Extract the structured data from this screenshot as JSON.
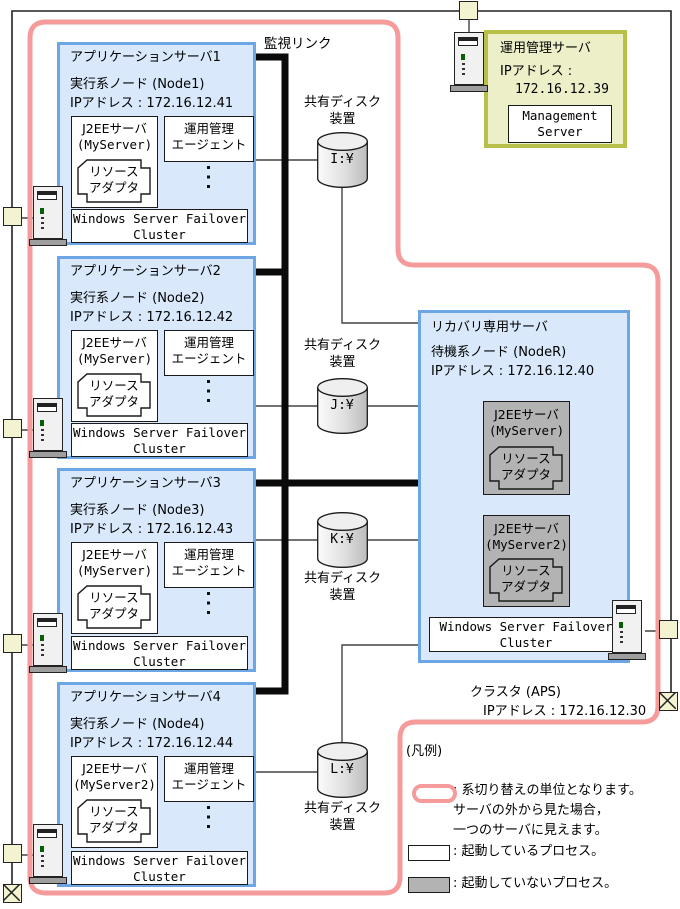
{
  "colors": {
    "cluster_border": "#f59b9b",
    "node_box_fill": "#d9e9fb",
    "node_box_border": "#6ca6e4",
    "running_process_fill": "#ffffff",
    "stopped_process_fill": "#b3b3b3",
    "mgmt_box_fill": "#edefc9",
    "mgmt_box_border": "#b9c04a",
    "network_tap_fill": "#f3f3d1"
  },
  "monitor_link_label": "監視リンク",
  "shared_disk_device_label": {
    "line1": "共有ディスク",
    "line2": "装置"
  },
  "disks": [
    {
      "name": "I:¥"
    },
    {
      "name": "J:¥"
    },
    {
      "name": "K:¥"
    },
    {
      "name": "L:¥"
    }
  ],
  "app_servers": [
    {
      "title": "アプリケーションサーバ1",
      "node": "実行系ノード (Node1)",
      "ip": "IPアドレス : 172.16.12.41",
      "j2ee_line1": "J2EEサーバ",
      "j2ee_line2": "(MyServer)",
      "ra_line1": "リソース",
      "ra_line2": "アダプタ",
      "agent_line1": "運用管理",
      "agent_line2": "エージェント",
      "wsfc_line1": "Windows Server Failover",
      "wsfc_line2": "Cluster"
    },
    {
      "title": "アプリケーションサーバ2",
      "node": "実行系ノード (Node2)",
      "ip": "IPアドレス : 172.16.12.42",
      "j2ee_line1": "J2EEサーバ",
      "j2ee_line2": "(MyServer)",
      "ra_line1": "リソース",
      "ra_line2": "アダプタ",
      "agent_line1": "運用管理",
      "agent_line2": "エージェント",
      "wsfc_line1": "Windows Server Failover",
      "wsfc_line2": "Cluster"
    },
    {
      "title": "アプリケーションサーバ3",
      "node": "実行系ノード (Node3)",
      "ip": "IPアドレス : 172.16.12.43",
      "j2ee_line1": "J2EEサーバ",
      "j2ee_line2": "(MyServer)",
      "ra_line1": "リソース",
      "ra_line2": "アダプタ",
      "agent_line1": "運用管理",
      "agent_line2": "エージェント",
      "wsfc_line1": "Windows Server Failover",
      "wsfc_line2": "Cluster"
    },
    {
      "title": "アプリケーションサーバ4",
      "node": "実行系ノード (Node4)",
      "ip": "IPアドレス : 172.16.12.44",
      "j2ee_line1": "J2EEサーバ",
      "j2ee_line2": "(MyServer2)",
      "ra_line1": "リソース",
      "ra_line2": "アダプタ",
      "agent_line1": "運用管理",
      "agent_line2": "エージェント",
      "wsfc_line1": "Windows Server Failover",
      "wsfc_line2": "Cluster"
    }
  ],
  "recovery_server": {
    "title": "リカバリ専用サーバ",
    "node": "待機系ノード (NodeR)",
    "ip": "IPアドレス : 172.16.12.40",
    "j2ee": [
      {
        "line1": "J2EEサーバ",
        "line2": "(MyServer)",
        "ra_line1": "リソース",
        "ra_line2": "アダプタ"
      },
      {
        "line1": "J2EEサーバ",
        "line2": "(MyServer2)",
        "ra_line1": "リソース",
        "ra_line2": "アダプタ"
      }
    ],
    "wsfc_line1": "Windows Server Failover",
    "wsfc_line2": "Cluster",
    "cluster_label": "クラスタ (APS)",
    "cluster_ip": "IPアドレス : 172.16.12.30"
  },
  "management_server": {
    "title": "運用管理サーバ",
    "ip_label": "IPアドレス :",
    "ip": "172.16.12.39",
    "product_line1": "Management",
    "product_line2": "Server"
  },
  "legend": {
    "heading": "(凡例)",
    "items": [
      {
        "lines": [
          ": 系切り替えの単位となります。",
          "サーバの外から見た場合，",
          "一つのサーバに見えます。"
        ]
      },
      {
        "lines": [
          ": 起動しているプロセス。"
        ]
      },
      {
        "lines": [
          ": 起動していないプロセス。"
        ]
      }
    ]
  }
}
